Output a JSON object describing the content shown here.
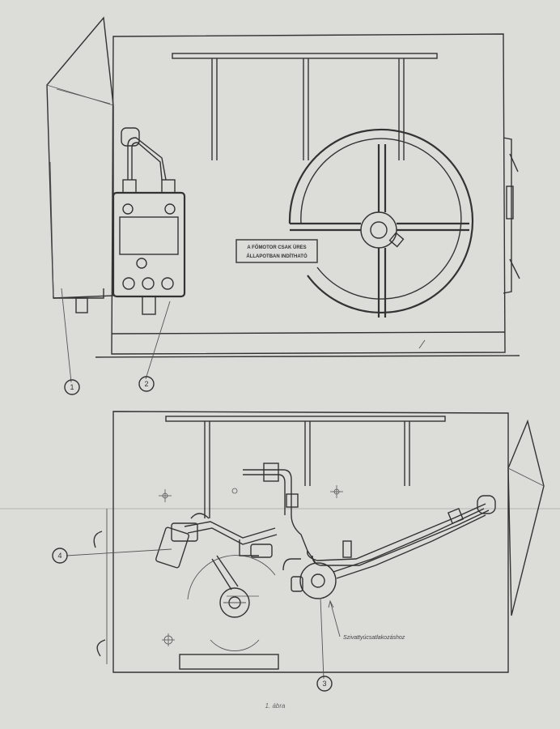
{
  "plate": {
    "line1": "A FŐMOTOR CSAK ÜRES",
    "line2": "ÁLLAPOTBAN INDÍTHATÓ"
  },
  "callouts": [
    "1",
    "2",
    "3",
    "4"
  ],
  "note": "Szivattyúcsatlakozáshoz",
  "caption": "1. ábra"
}
